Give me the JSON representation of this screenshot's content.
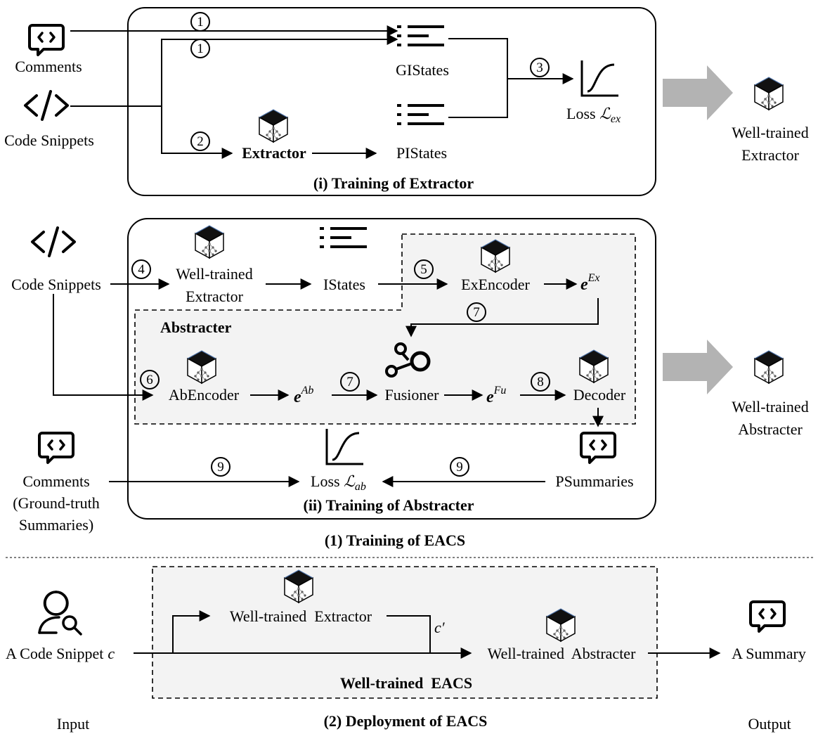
{
  "training_title": "(1) Training of EACS",
  "deployment_title": "(2) Deployment of EACS",
  "input_label": "Input",
  "output_label": "Output",
  "section1": {
    "title": "(i) Training of Extractor",
    "comments": "Comments",
    "code_snippets": "Code Snippets",
    "gistates": "GIStates",
    "pistates": "PIStates",
    "extractor": "Extractor",
    "loss": "Loss",
    "loss_sub": "ex",
    "result_line1": "Well-trained",
    "result_line2": "Extractor",
    "step1a": "1",
    "step1b": "1",
    "step2": "2",
    "step3": "3"
  },
  "section2": {
    "title": "(ii) Training of Abstracter",
    "code_snippets": "Code Snippets",
    "wte_line1": "Well-trained",
    "wte_line2": "Extractor",
    "istates": "IStates",
    "exencoder": "ExEncoder",
    "eex_sup": "Ex",
    "abstracter": "Abstracter",
    "abencoder": "AbEncoder",
    "eab_sup": "Ab",
    "fusioner": "Fusioner",
    "efu_sup": "Fu",
    "decoder": "Decoder",
    "comments_line1": "Comments",
    "comments_line2": "(Ground-truth",
    "comments_line3": "Summaries)",
    "loss": "Loss",
    "loss_sub": "ab",
    "psummaries": "PSummaries",
    "result_line1": "Well-trained",
    "result_line2": "Abstracter",
    "step4": "4",
    "step5": "5",
    "step6": "6",
    "step7a": "7",
    "step7b": "7",
    "step8": "8",
    "step9a": "9",
    "step9b": "9"
  },
  "deployment": {
    "input_text": "A Code Snippet",
    "input_var": "c",
    "wte": "Well-trained  Extractor",
    "c_prime": "c′",
    "wta": "Well-trained  Abstracter",
    "summary": "A Summary",
    "box_title": "Well-trained  EACS"
  },
  "colors": {
    "arrow_gray": "#b3b3b3",
    "panel_fill": "#f3f3f3",
    "stroke": "#000000"
  }
}
